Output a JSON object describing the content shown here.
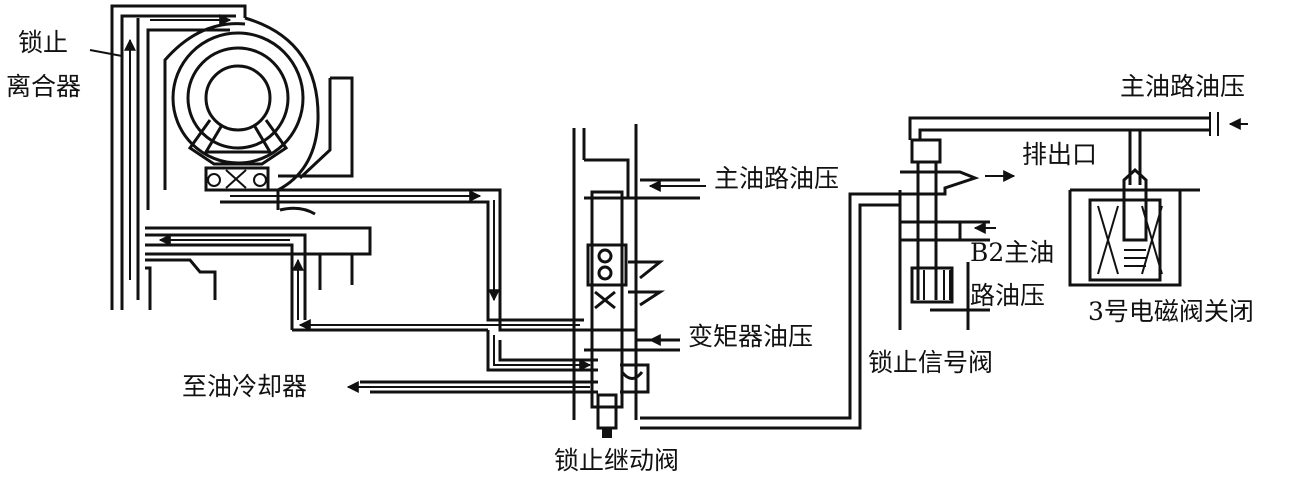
{
  "labels": {
    "lockup_clutch_line1": "锁止",
    "lockup_clutch_line2": "离合器",
    "main_pressure_top": "主油路油压",
    "main_pressure_mid": "主油路油压",
    "exhaust_port": "排出口",
    "b2_line1": "B2主油",
    "b2_line2": "路油压",
    "converter_pressure": "变矩器油压",
    "to_cooler": "至油冷却器",
    "lockup_signal_valve": "锁止信号阀",
    "solenoid_3_off": "3号电磁阀关闭",
    "lockup_relay_valve": "锁止继动阀"
  }
}
